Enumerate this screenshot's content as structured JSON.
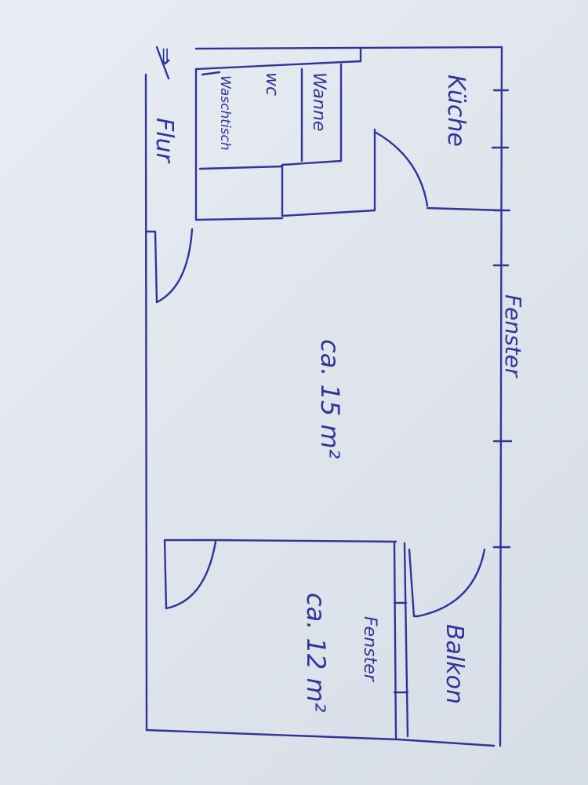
{
  "plan": {
    "rooms": {
      "kitchen_label": "Küche",
      "bath_label": "Wanne",
      "wc_label": "wc",
      "sink_label": "Waschtisch",
      "hall_label": "Flur",
      "hall_arrow": "⇒",
      "living_area": "ca. 15 m²",
      "bedroom_area": "ca. 12 m²",
      "balcony_label": "Balkon"
    },
    "windows": {
      "main_label": "Fenster",
      "bedroom_label": "Fenster"
    }
  },
  "colors": {
    "ink": "#2f3597",
    "paper": "#e4e8ef"
  }
}
